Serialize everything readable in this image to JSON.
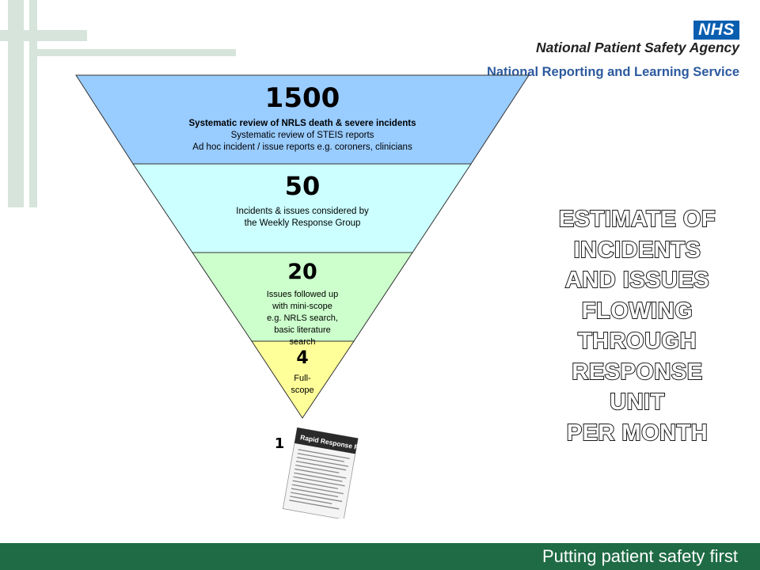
{
  "header": {
    "nhs_logo": "NHS",
    "agency": "National Patient Safety Agency",
    "service": "National Reporting and Learning Service"
  },
  "funnel": {
    "tiers": [
      {
        "value": "1500",
        "lines": [
          "Systematic review of NRLS death & severe incidents",
          "Systematic review of STEIS reports",
          "Ad hoc incident / issue reports e.g. coroners, clinicians"
        ],
        "color": "#99ccff"
      },
      {
        "value": "50",
        "lines": [
          "Incidents & issues considered by",
          "the Weekly Response Group"
        ],
        "color": "#ccffff"
      },
      {
        "value": "20",
        "lines": [
          "Issues followed up",
          "with mini-scope",
          "e.g. NRLS search,",
          "basic literature",
          "search"
        ],
        "color": "#ccffcc"
      },
      {
        "value": "4",
        "lines": [
          "Full-",
          "scope"
        ],
        "color": "#ffff99"
      }
    ],
    "output_value": "1",
    "report_title": "Rapid Response Report"
  },
  "side_title_lines": [
    "ESTIMATE OF",
    "INCIDENTS",
    "AND ISSUES",
    "FLOWING",
    "THROUGH",
    "RESPONSE",
    "UNIT",
    "PER MONTH"
  ],
  "footer": {
    "tagline": "Putting patient safety first",
    "color": "#1f6b45"
  }
}
